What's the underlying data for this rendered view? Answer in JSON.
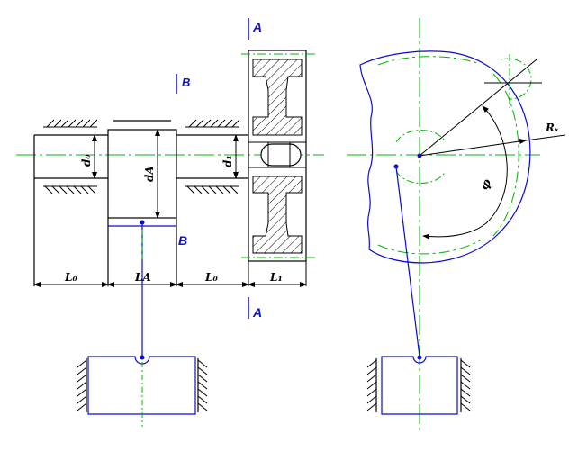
{
  "labels": {
    "section_a_top": "A",
    "section_a_bottom": "A",
    "section_b_top": "B",
    "section_b_bottom": "B",
    "d0": "d₀",
    "dA": "dA",
    "d1": "d₁",
    "L0_left": "L₀",
    "LA": "LA",
    "L0_right": "L₀",
    "L1": "L₁",
    "radius": "Rₓ",
    "angle": "φ"
  },
  "colors": {
    "outline": "#000000",
    "contour_blue": "#0a0ad2",
    "centerline_green": "#00b400",
    "label_blue": "#1010c8"
  }
}
